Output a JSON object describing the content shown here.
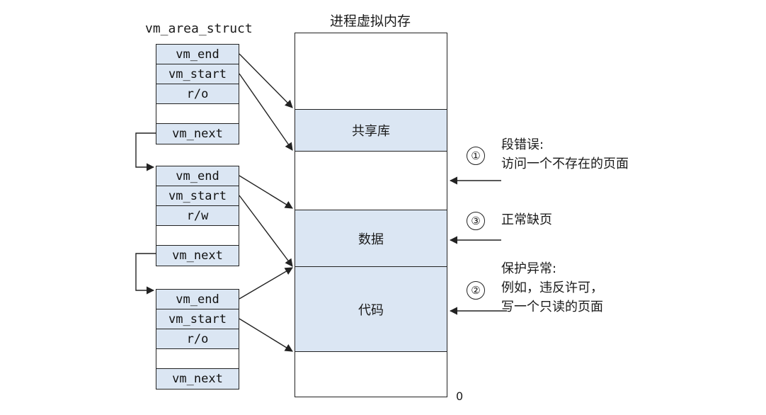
{
  "struct_title": "vm_area_struct",
  "memory_title": "进程虚拟内存",
  "structs": [
    {
      "fields": [
        "vm_end",
        "vm_start",
        "r/o",
        "",
        "vm_next"
      ]
    },
    {
      "fields": [
        "vm_end",
        "vm_start",
        "r/w",
        "",
        "vm_next"
      ]
    },
    {
      "fields": [
        "vm_end",
        "vm_start",
        "r/o",
        "",
        "vm_next"
      ]
    }
  ],
  "regions": {
    "shared_lib": "共享库",
    "data": "数据",
    "code": "代码"
  },
  "address_zero": "0",
  "annotations": [
    {
      "marker": "①",
      "lines": [
        "段错误:",
        "访问一个不存在的页面"
      ]
    },
    {
      "marker": "③",
      "lines": [
        "正常缺页"
      ]
    },
    {
      "marker": "②",
      "lines": [
        "保护异常:",
        "例如，违反许可，",
        "写一个只读的页面"
      ]
    }
  ]
}
